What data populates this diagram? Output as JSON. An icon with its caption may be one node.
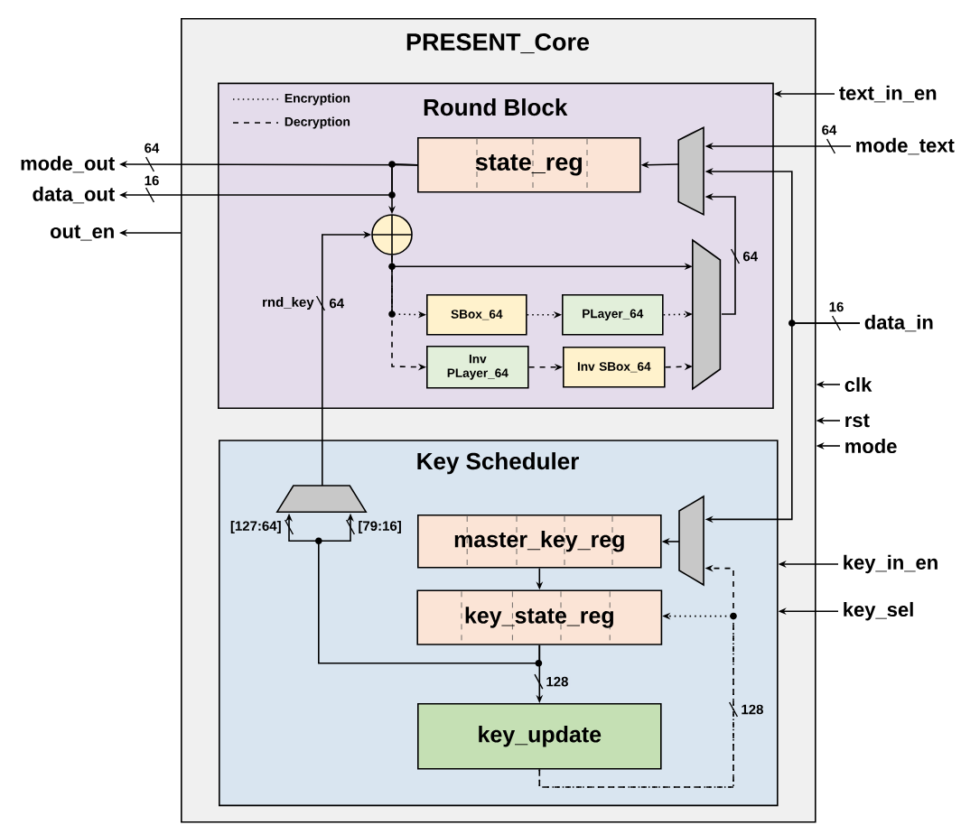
{
  "diagram": {
    "nodes": [
      {
        "text": [
          "PRESENT_Core"
        ]
      },
      {
        "text": [
          "Round Block"
        ],
        "in": 0
      },
      {
        "text": [
          "state_reg"
        ],
        "in": 1
      },
      {
        "text": [],
        "shape": "trapezoid",
        "in": 1
      },
      {
        "text": [],
        "shape": "circle",
        "in": 1
      },
      {
        "text": [
          "SBox_64"
        ],
        "in": 1
      },
      {
        "text": [
          "PLayer_64"
        ],
        "in": 1
      },
      {
        "text": [
          "Inv PLayer_64"
        ],
        "in": 1
      },
      {
        "text": [
          "Inv SBox_64"
        ],
        "in": 1
      },
      {
        "text": [],
        "shape": "trapezoid",
        "in": 1
      },
      {
        "text": [
          "Key Scheduler"
        ],
        "in": 0
      },
      {
        "text": [],
        "shape": "trapezoid",
        "in": 10
      },
      {
        "text": [
          "master_key_reg"
        ],
        "in": 10
      },
      {
        "text": [
          "key_state_reg"
        ],
        "in": 10
      },
      {
        "text": [
          "key_update"
        ],
        "in": 10
      },
      {
        "text": [],
        "shape": "trapezoid",
        "in": 10
      },
      {
        "text": [
          "mode_out"
        ]
      },
      {
        "text": [
          "data_out"
        ]
      },
      {
        "text": [
          "out_en"
        ]
      },
      {
        "text": [
          "text_in_en"
        ]
      },
      {
        "text": [
          "mode_text"
        ]
      },
      {
        "text": [
          "data_in"
        ]
      },
      {
        "text": [
          "clk"
        ]
      },
      {
        "text": [
          "rst"
        ]
      },
      {
        "text": [
          "mode"
        ]
      },
      {
        "text": [
          "key_in_en"
        ]
      },
      {
        "text": [
          "key_sel"
        ]
      }
    ],
    "edges": [
      {
        "from": 2,
        "to": 16,
        "arrow": "to",
        "label": "64"
      },
      {
        "from": 2,
        "to": 17,
        "arrow": "to",
        "label": "16"
      },
      {
        "from": 0,
        "to": 18,
        "arrow": "to"
      },
      {
        "from": 19,
        "to": 1,
        "arrow": "to"
      },
      {
        "from": 20,
        "to": 3,
        "arrow": "to",
        "label": "64"
      },
      {
        "from": 21,
        "to": 3,
        "arrow": "to",
        "label": "16"
      },
      {
        "from": 21,
        "to": 15,
        "arrow": "to"
      },
      {
        "from": 22,
        "to": 0,
        "arrow": "to"
      },
      {
        "from": 23,
        "to": 0,
        "arrow": "to"
      },
      {
        "from": 24,
        "to": 0,
        "arrow": "to"
      },
      {
        "from": 25,
        "to": 10,
        "arrow": "to"
      },
      {
        "from": 26,
        "to": 10,
        "arrow": "to"
      },
      {
        "from": 3,
        "to": 2,
        "arrow": "to"
      },
      {
        "from": 2,
        "to": 4,
        "arrow": "to"
      },
      {
        "from": 4,
        "to": 9,
        "arrow": "to"
      },
      {
        "from": 4,
        "to": 5,
        "arrow": "to",
        "style": "dashed"
      },
      {
        "from": 5,
        "to": 6,
        "arrow": "to",
        "style": "dashed"
      },
      {
        "from": 6,
        "to": 9,
        "arrow": "to",
        "style": "dashed"
      },
      {
        "from": 4,
        "to": 7,
        "arrow": "to",
        "style": "dashed"
      },
      {
        "from": 7,
        "to": 8,
        "arrow": "to",
        "style": "dashed"
      },
      {
        "from": 8,
        "to": 9,
        "arrow": "to",
        "style": "dashed"
      },
      {
        "from": 9,
        "to": 3,
        "arrow": "to",
        "label": "64"
      },
      {
        "from": 11,
        "to": 4,
        "arrow": "to",
        "label": "rnd_key"
      },
      {
        "from": 13,
        "to": 11,
        "arrow": "to"
      },
      {
        "from": 15,
        "to": 12,
        "arrow": "to"
      },
      {
        "from": 12,
        "to": 13,
        "arrow": "to"
      },
      {
        "from": 13,
        "to": 14,
        "arrow": "to",
        "label": "128"
      },
      {
        "from": 14,
        "to": 13,
        "arrow": "to",
        "style": "dashed",
        "label": "128"
      },
      {
        "from": 14,
        "to": 15,
        "arrow": "to",
        "style": "dashed"
      }
    ],
    "labels": [
      "64",
      "[127:64]",
      "[79:16]"
    ],
    "legend": [
      {
        "text": "Encryption"
      },
      {
        "text": "Decryption"
      }
    ]
  }
}
